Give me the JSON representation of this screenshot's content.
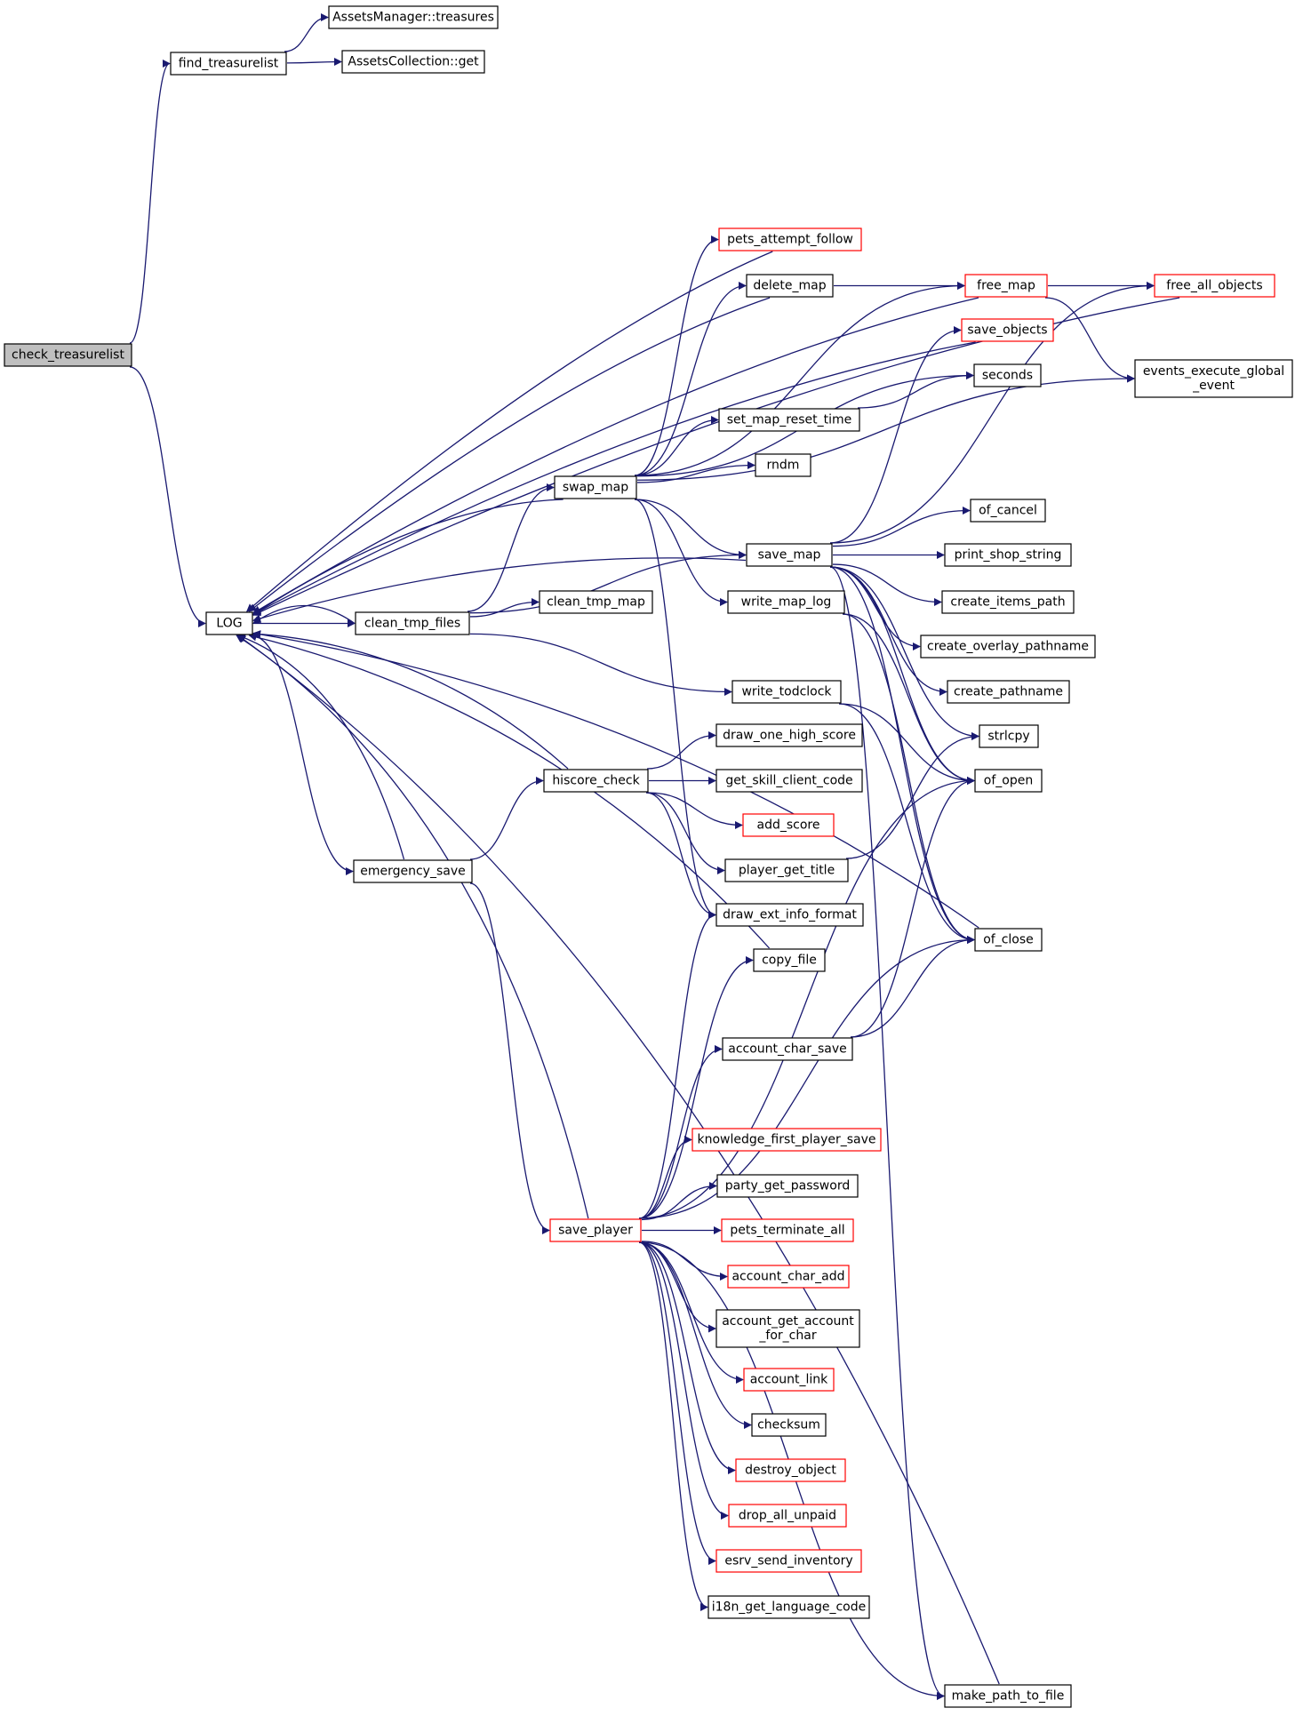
{
  "diagram": {
    "colors": {
      "edge": "#191970",
      "node_border": "#000000",
      "link_border": "#ff0000",
      "root_fill": "#bfbfbf"
    },
    "nodes": [
      {
        "id": "check_treasurelist",
        "label": "check_treasurelist",
        "style": "root"
      },
      {
        "id": "find_treasurelist",
        "label": "find_treasurelist",
        "style": "normal"
      },
      {
        "id": "am_treasures",
        "label": "AssetsManager::treasures",
        "style": "normal"
      },
      {
        "id": "ac_get",
        "label": "AssetsCollection::get",
        "style": "normal"
      },
      {
        "id": "LOG",
        "label": "LOG",
        "style": "normal"
      },
      {
        "id": "clean_tmp_files",
        "label": "clean_tmp_files",
        "style": "normal"
      },
      {
        "id": "clean_tmp_map",
        "label": "clean_tmp_map",
        "style": "normal"
      },
      {
        "id": "swap_map",
        "label": "swap_map",
        "style": "normal"
      },
      {
        "id": "hiscore_check",
        "label": "hiscore_check",
        "style": "normal"
      },
      {
        "id": "emergency_save",
        "label": "emergency_save",
        "style": "normal"
      },
      {
        "id": "save_player",
        "label": "save_player",
        "style": "red"
      },
      {
        "id": "pets_attempt_follow",
        "label": "pets_attempt_follow",
        "style": "red"
      },
      {
        "id": "delete_map",
        "label": "delete_map",
        "style": "normal"
      },
      {
        "id": "set_map_reset_time",
        "label": "set_map_reset_time",
        "style": "normal"
      },
      {
        "id": "rndm",
        "label": "rndm",
        "style": "normal"
      },
      {
        "id": "save_map",
        "label": "save_map",
        "style": "normal"
      },
      {
        "id": "write_map_log",
        "label": "write_map_log",
        "style": "normal"
      },
      {
        "id": "write_todclock",
        "label": "write_todclock",
        "style": "normal"
      },
      {
        "id": "draw_one_high_score",
        "label": "draw_one_high_score",
        "style": "normal"
      },
      {
        "id": "get_skill_client_code",
        "label": "get_skill_client_code",
        "style": "normal"
      },
      {
        "id": "add_score",
        "label": "add_score",
        "style": "red"
      },
      {
        "id": "player_get_title",
        "label": "player_get_title",
        "style": "normal"
      },
      {
        "id": "draw_ext_info_format",
        "label": "draw_ext_info_format",
        "style": "normal"
      },
      {
        "id": "copy_file",
        "label": "copy_file",
        "style": "normal"
      },
      {
        "id": "account_char_save",
        "label": "account_char_save",
        "style": "normal"
      },
      {
        "id": "knowledge_first_player_save",
        "label": "knowledge_first_player_save",
        "style": "red"
      },
      {
        "id": "party_get_password",
        "label": "party_get_password",
        "style": "normal"
      },
      {
        "id": "pets_terminate_all",
        "label": "pets_terminate_all",
        "style": "red"
      },
      {
        "id": "account_char_add",
        "label": "account_char_add",
        "style": "red"
      },
      {
        "id": "account_get_account_for_char",
        "label": [
          "account_get_account",
          "_for_char"
        ],
        "style": "normal"
      },
      {
        "id": "account_link",
        "label": "account_link",
        "style": "red"
      },
      {
        "id": "checksum",
        "label": "checksum",
        "style": "normal"
      },
      {
        "id": "destroy_object",
        "label": "destroy_object",
        "style": "red"
      },
      {
        "id": "drop_all_unpaid",
        "label": "drop_all_unpaid",
        "style": "red"
      },
      {
        "id": "esrv_send_inventory",
        "label": "esrv_send_inventory",
        "style": "red"
      },
      {
        "id": "i18n_get_language_code",
        "label": "i18n_get_language_code",
        "style": "normal"
      },
      {
        "id": "free_map",
        "label": "free_map",
        "style": "red"
      },
      {
        "id": "save_objects",
        "label": "save_objects",
        "style": "red"
      },
      {
        "id": "seconds",
        "label": "seconds",
        "style": "normal"
      },
      {
        "id": "of_cancel",
        "label": "of_cancel",
        "style": "normal"
      },
      {
        "id": "print_shop_string",
        "label": "print_shop_string",
        "style": "normal"
      },
      {
        "id": "create_items_path",
        "label": "create_items_path",
        "style": "normal"
      },
      {
        "id": "create_overlay_pathname",
        "label": "create_overlay_pathname",
        "style": "normal"
      },
      {
        "id": "create_pathname",
        "label": "create_pathname",
        "style": "normal"
      },
      {
        "id": "strlcpy",
        "label": "strlcpy",
        "style": "normal"
      },
      {
        "id": "of_open",
        "label": "of_open",
        "style": "normal"
      },
      {
        "id": "of_close",
        "label": "of_close",
        "style": "normal"
      },
      {
        "id": "make_path_to_file",
        "label": "make_path_to_file",
        "style": "normal"
      },
      {
        "id": "free_all_objects",
        "label": "free_all_objects",
        "style": "red"
      },
      {
        "id": "events_execute_global_event",
        "label": [
          "events_execute_global",
          "_event"
        ],
        "style": "normal"
      }
    ],
    "edges": [
      [
        "check_treasurelist",
        "find_treasurelist"
      ],
      [
        "check_treasurelist",
        "LOG"
      ],
      [
        "find_treasurelist",
        "am_treasures"
      ],
      [
        "find_treasurelist",
        "ac_get"
      ],
      [
        "LOG",
        "clean_tmp_files"
      ],
      [
        "LOG",
        "emergency_save"
      ],
      [
        "clean_tmp_files",
        "clean_tmp_map"
      ],
      [
        "clean_tmp_files",
        "swap_map"
      ],
      [
        "clean_tmp_files",
        "save_map"
      ],
      [
        "clean_tmp_files",
        "write_todclock"
      ],
      [
        "clean_tmp_files",
        "LOG"
      ],
      [
        "swap_map",
        "LOG"
      ],
      [
        "swap_map",
        "pets_attempt_follow"
      ],
      [
        "swap_map",
        "delete_map"
      ],
      [
        "swap_map",
        "free_map"
      ],
      [
        "swap_map",
        "seconds"
      ],
      [
        "swap_map",
        "set_map_reset_time"
      ],
      [
        "swap_map",
        "rndm"
      ],
      [
        "swap_map",
        "events_execute_global_event"
      ],
      [
        "swap_map",
        "save_map"
      ],
      [
        "swap_map",
        "write_map_log"
      ],
      [
        "swap_map",
        "draw_ext_info_format"
      ],
      [
        "delete_map",
        "free_map"
      ],
      [
        "delete_map",
        "LOG"
      ],
      [
        "pets_attempt_follow",
        "LOG"
      ],
      [
        "set_map_reset_time",
        "seconds"
      ],
      [
        "free_map",
        "free_all_objects"
      ],
      [
        "free_map",
        "events_execute_global_event"
      ],
      [
        "free_map",
        "LOG"
      ],
      [
        "free_all_objects",
        "LOG"
      ],
      [
        "save_objects",
        "LOG"
      ],
      [
        "save_map",
        "LOG"
      ],
      [
        "save_map",
        "save_objects"
      ],
      [
        "save_map",
        "free_all_objects"
      ],
      [
        "save_map",
        "of_cancel"
      ],
      [
        "save_map",
        "print_shop_string"
      ],
      [
        "save_map",
        "create_items_path"
      ],
      [
        "save_map",
        "create_overlay_pathname"
      ],
      [
        "save_map",
        "create_pathname"
      ],
      [
        "save_map",
        "strlcpy"
      ],
      [
        "save_map",
        "of_open"
      ],
      [
        "save_map",
        "of_close"
      ],
      [
        "save_map",
        "make_path_to_file"
      ],
      [
        "write_map_log",
        "of_open"
      ],
      [
        "write_map_log",
        "of_close"
      ],
      [
        "write_todclock",
        "of_open"
      ],
      [
        "write_todclock",
        "of_close"
      ],
      [
        "hiscore_check",
        "LOG"
      ],
      [
        "hiscore_check",
        "draw_one_high_score"
      ],
      [
        "hiscore_check",
        "get_skill_client_code"
      ],
      [
        "hiscore_check",
        "add_score"
      ],
      [
        "hiscore_check",
        "player_get_title"
      ],
      [
        "hiscore_check",
        "draw_ext_info_format"
      ],
      [
        "player_get_title",
        "strlcpy"
      ],
      [
        "emergency_save",
        "hiscore_check"
      ],
      [
        "emergency_save",
        "save_player"
      ],
      [
        "emergency_save",
        "LOG"
      ],
      [
        "copy_file",
        "LOG"
      ],
      [
        "save_player",
        "LOG"
      ],
      [
        "save_player",
        "draw_ext_info_format"
      ],
      [
        "save_player",
        "copy_file"
      ],
      [
        "save_player",
        "of_open"
      ],
      [
        "save_player",
        "account_char_save"
      ],
      [
        "save_player",
        "of_close"
      ],
      [
        "save_player",
        "knowledge_first_player_save"
      ],
      [
        "save_player",
        "party_get_password"
      ],
      [
        "save_player",
        "pets_terminate_all"
      ],
      [
        "save_player",
        "account_char_add"
      ],
      [
        "save_player",
        "account_get_account_for_char"
      ],
      [
        "save_player",
        "account_link"
      ],
      [
        "save_player",
        "checksum"
      ],
      [
        "save_player",
        "destroy_object"
      ],
      [
        "save_player",
        "drop_all_unpaid"
      ],
      [
        "save_player",
        "esrv_send_inventory"
      ],
      [
        "save_player",
        "i18n_get_language_code"
      ],
      [
        "save_player",
        "make_path_to_file"
      ],
      [
        "account_char_save",
        "of_open"
      ],
      [
        "account_char_save",
        "of_close"
      ],
      [
        "of_close",
        "LOG"
      ],
      [
        "make_path_to_file",
        "LOG"
      ]
    ]
  }
}
